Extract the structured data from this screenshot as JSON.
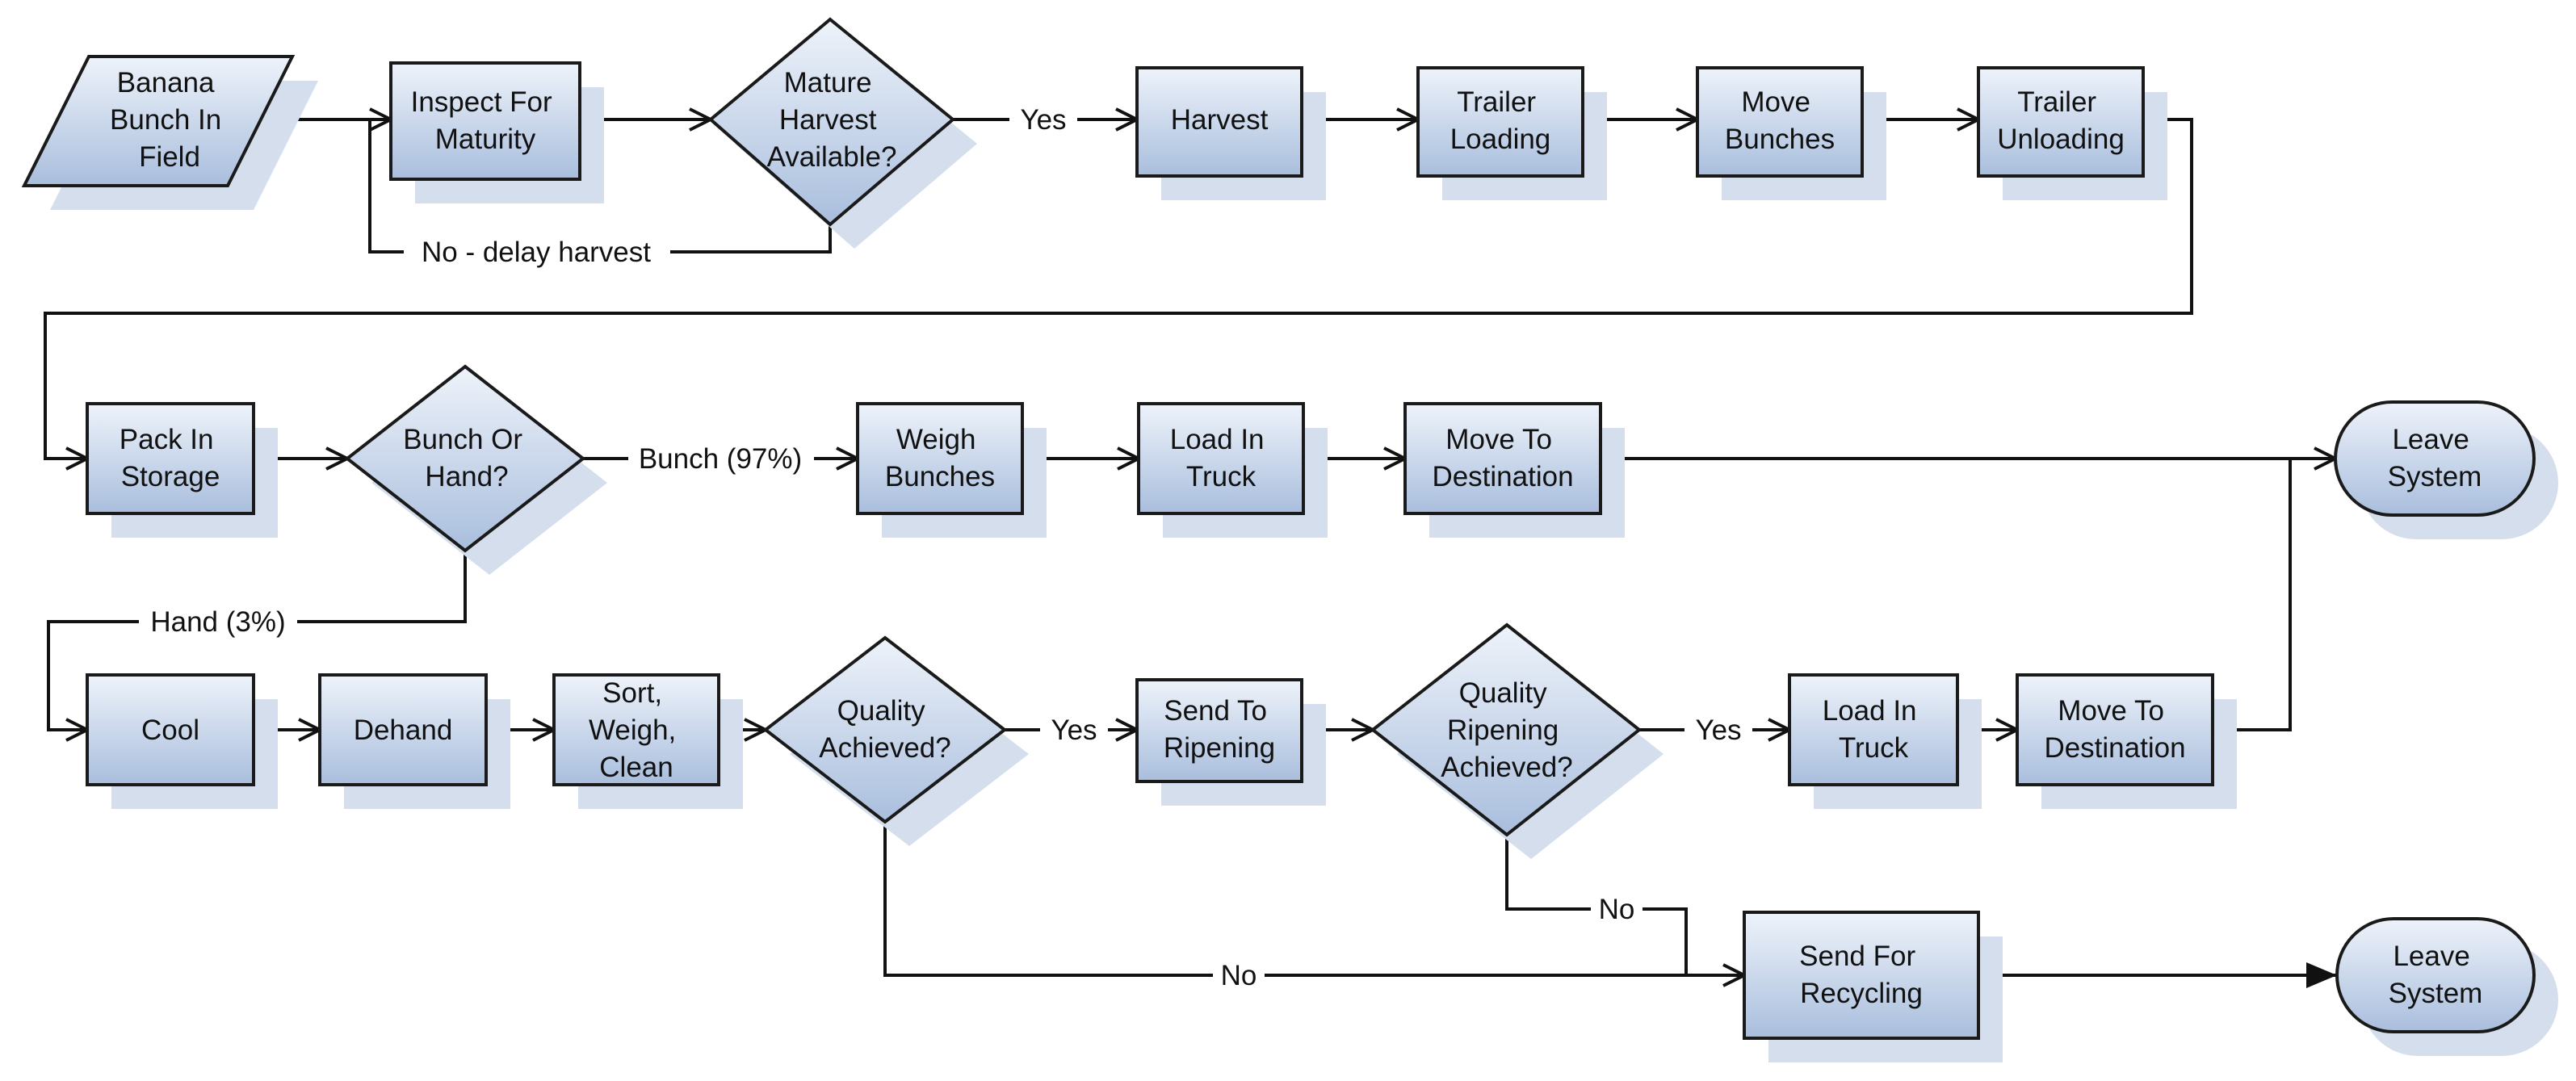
{
  "colors": {
    "shape_fill_top": "#eef3fa",
    "shape_fill_bottom": "#a9bedd",
    "shadow": "#d5deed",
    "stroke": "#1a1a1a",
    "background": "#ffffff"
  },
  "nodes": {
    "banana_bunch": {
      "lines": [
        "Banana",
        "Bunch In",
        "Field"
      ]
    },
    "inspect": {
      "lines": [
        "Inspect For",
        "Maturity"
      ]
    },
    "mature_harvest": {
      "lines": [
        "Mature",
        "Harvest",
        "Available?"
      ]
    },
    "harvest": {
      "lines": [
        "Harvest"
      ]
    },
    "trailer_loading": {
      "lines": [
        "Trailer",
        "Loading"
      ]
    },
    "move_bunches": {
      "lines": [
        "Move",
        "Bunches"
      ]
    },
    "trailer_unloading": {
      "lines": [
        "Trailer",
        "Unloading"
      ]
    },
    "pack_storage": {
      "lines": [
        "Pack In",
        "Storage"
      ]
    },
    "bunch_or_hand": {
      "lines": [
        "Bunch Or",
        "Hand?"
      ]
    },
    "weigh_bunches": {
      "lines": [
        "Weigh",
        "Bunches"
      ]
    },
    "load_truck_1": {
      "lines": [
        "Load In",
        "Truck"
      ]
    },
    "move_dest_1": {
      "lines": [
        "Move To",
        "Destination"
      ]
    },
    "leave_system_1": {
      "lines": [
        "Leave",
        "System"
      ]
    },
    "cool": {
      "lines": [
        "Cool"
      ]
    },
    "dehand": {
      "lines": [
        "Dehand"
      ]
    },
    "sort_weigh_clean": {
      "lines": [
        "Sort,",
        "Weigh,",
        "Clean"
      ]
    },
    "quality_achieved": {
      "lines": [
        "Quality",
        "Achieved?"
      ]
    },
    "send_ripening": {
      "lines": [
        "Send To",
        "Ripening"
      ]
    },
    "quality_ripening": {
      "lines": [
        "Quality",
        "Ripening",
        "Achieved?"
      ]
    },
    "load_truck_2": {
      "lines": [
        "Load In",
        "Truck"
      ]
    },
    "move_dest_2": {
      "lines": [
        "Move To",
        "Destination"
      ]
    },
    "send_recycling": {
      "lines": [
        "Send For",
        "Recycling"
      ]
    },
    "leave_system_2": {
      "lines": [
        "Leave",
        "System"
      ]
    }
  },
  "edge_labels": {
    "yes_1": "Yes",
    "no_delay": "No - delay harvest",
    "bunch_97": "Bunch (97%)",
    "hand_3": "Hand (3%)",
    "yes_2": "Yes",
    "yes_3": "Yes",
    "no_1": "No",
    "no_2": "No"
  }
}
